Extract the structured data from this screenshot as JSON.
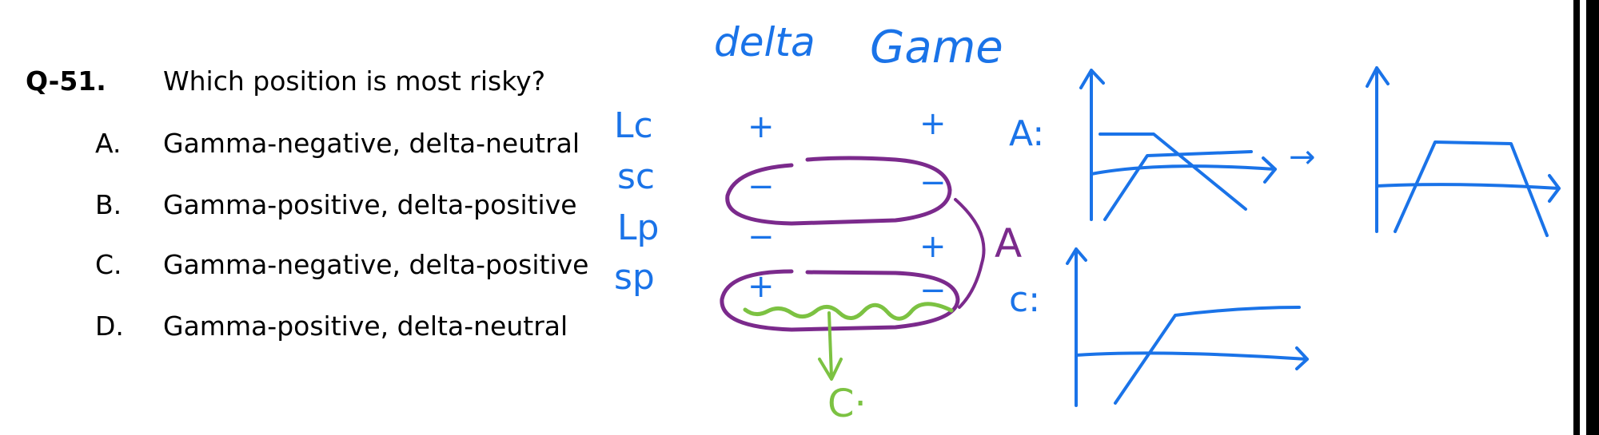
{
  "question": {
    "number": "Q-51.",
    "text": "Which position is most risky?",
    "options": [
      {
        "letter": "A.",
        "text": "Gamma-negative, delta-neutral"
      },
      {
        "letter": "B.",
        "text": "Gamma-positive, delta-positive"
      },
      {
        "letter": "C.",
        "text": "Gamma-negative, delta-positive"
      },
      {
        "letter": "D.",
        "text": "Gamma-positive, delta-neutral"
      }
    ]
  },
  "notes": {
    "header_delta": "delta",
    "header_gamma": "Game",
    "rows": [
      {
        "label": "Lc",
        "delta": "+",
        "gamma": "+"
      },
      {
        "label": "sc",
        "delta": "−",
        "gamma": "−"
      },
      {
        "label": "Lp",
        "delta": "−",
        "gamma": "+"
      },
      {
        "label": "sp",
        "delta": "+",
        "gamma": "−"
      }
    ],
    "bracket_label": "A",
    "arrow_label": "C·",
    "graph_a_label": "A:",
    "graph_c_label": "c:",
    "arrow_between": "→"
  },
  "colors": {
    "ink_blue": "#1a73e8",
    "ink_purple": "#7b2a8c",
    "ink_green": "#7cc242"
  }
}
